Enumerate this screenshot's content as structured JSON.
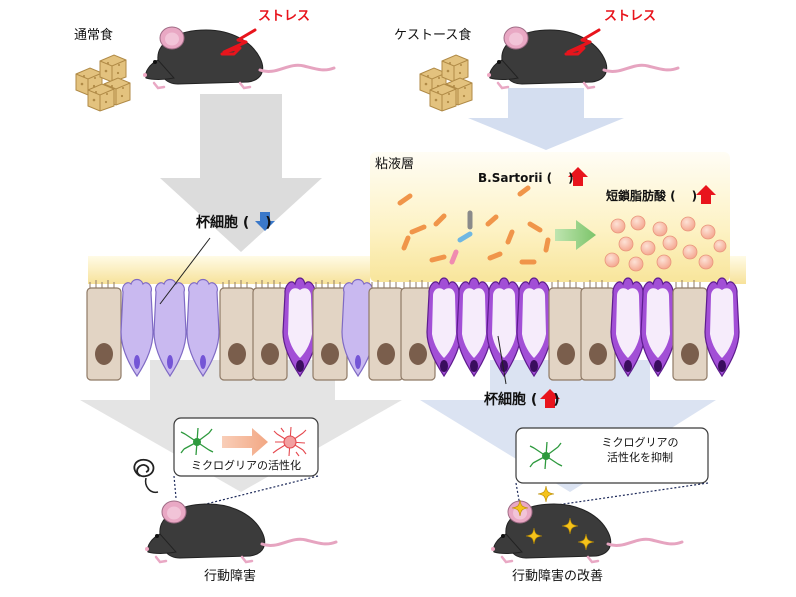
{
  "left": {
    "diet_label": "通常食",
    "stress_label": "ストレス",
    "goblet_label": "杯細胞 (",
    "goblet_suffix": ")",
    "microglia_label": "ミクログリアの活性化",
    "outcome_label": "行動障害"
  },
  "right": {
    "diet_label": "ケストース食",
    "stress_label": "ストレス",
    "mucus_label": "粘液層",
    "bacteria_label": "B.Sartorii (",
    "bacteria_suffix": ")",
    "scfa_label": "短鎖脂肪酸 (",
    "scfa_suffix": ")",
    "goblet_label": "杯細胞 (",
    "goblet_suffix": ")",
    "microglia_label_line1": "ミクログリアの",
    "microglia_label_line2": "活性化を抑制",
    "outcome_label": "行動障害の改善"
  },
  "colors": {
    "arrow_down": "#3a78c9",
    "arrow_up": "#e8141c",
    "stress_red": "#e8141c",
    "mouse_body": "#3a3a3a",
    "goblet_light": "#c7b6ee",
    "goblet_purple": "#8a2cc4",
    "enterocyte": "#e0d2c2",
    "microglia_green": "#2e9a3e",
    "microglia_red": "#e5494f"
  },
  "icons": [
    "food-pellet-icon",
    "lightning-icon",
    "mouse-icon",
    "arrow-down-icon",
    "arrow-up-icon",
    "microglia-icon",
    "sparkle-icon",
    "dizzy-icon"
  ]
}
